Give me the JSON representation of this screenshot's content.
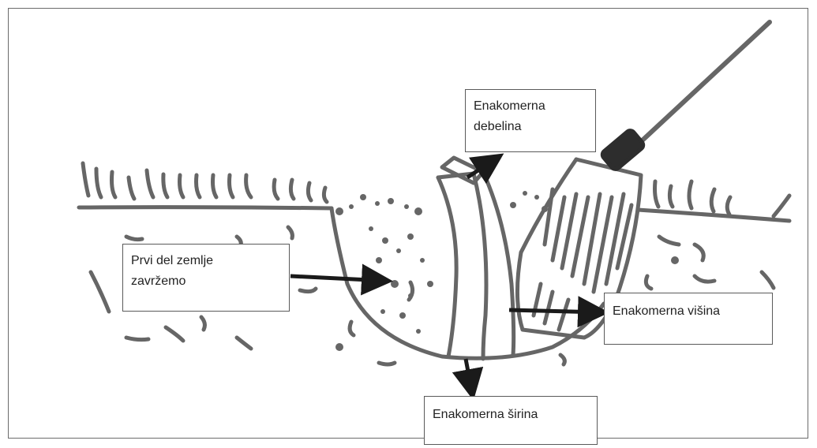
{
  "labels": {
    "thickness": [
      "Enakomerna",
      "debelina"
    ],
    "first_soil": [
      "Prvi del zemlje",
      "zavržemo"
    ],
    "height": "Enakomerna višina",
    "width": "Enakomerna širina"
  },
  "colors": {
    "sketch_line": "#666666",
    "arrow": "#1a1a1a",
    "box_border": "#5a5a5a"
  },
  "icons": [
    "spade-icon",
    "soil-clods",
    "grass-tufts"
  ]
}
